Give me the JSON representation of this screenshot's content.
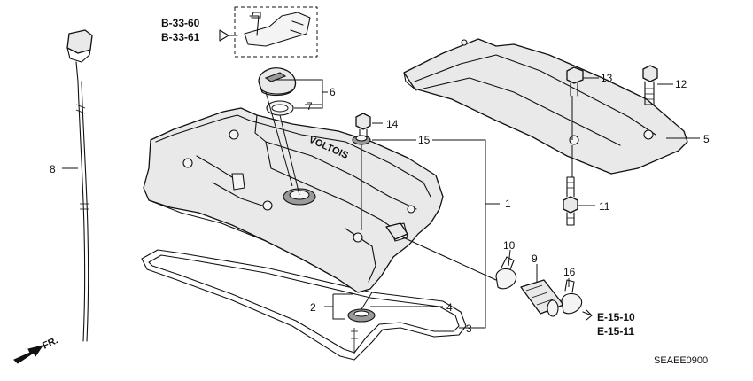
{
  "callouts": {
    "c1": "1",
    "c2": "2",
    "c3": "3",
    "c4": "4",
    "c5": "5",
    "c6": "6",
    "c7": "7",
    "c8": "8",
    "c9": "9",
    "c10": "10",
    "c11": "11",
    "c12": "12",
    "c13": "13",
    "c14": "14",
    "c15": "15",
    "c16": "16"
  },
  "references": {
    "top_line1": "B-33-60",
    "top_line2": "B-33-61",
    "right_line1": "E-15-10",
    "right_line2": "E-15-11"
  },
  "front_label": "FR.",
  "diagram_code": "SEAEE0900",
  "cover_embossing": "VOLTOIS"
}
